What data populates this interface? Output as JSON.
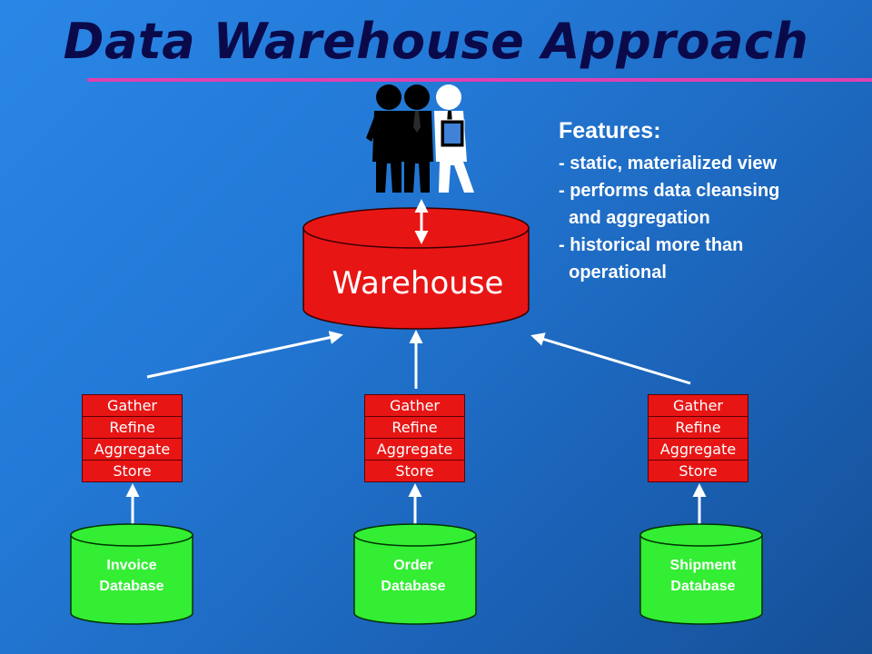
{
  "title": "Data Warehouse Approach",
  "warehouse": {
    "label": "Warehouse",
    "color": "#e81515"
  },
  "features": {
    "heading": "Features:",
    "items": [
      "- static, materialized view",
      "- performs data cleansing",
      "  and aggregation",
      "- historical more than",
      "  operational"
    ]
  },
  "process_steps": [
    "Gather",
    "Refine",
    "Aggregate",
    "Store"
  ],
  "sources": [
    {
      "line1": "Invoice",
      "line2": "Database"
    },
    {
      "line1": "Order",
      "line2": "Database"
    },
    {
      "line1": "Shipment",
      "line2": "Database"
    }
  ],
  "colors": {
    "title": "#0a0a4a",
    "accent_rule": "#e040b0",
    "source_db": "#33ee33",
    "arrow": "#ffffff"
  },
  "icons": [
    "people-icon"
  ]
}
